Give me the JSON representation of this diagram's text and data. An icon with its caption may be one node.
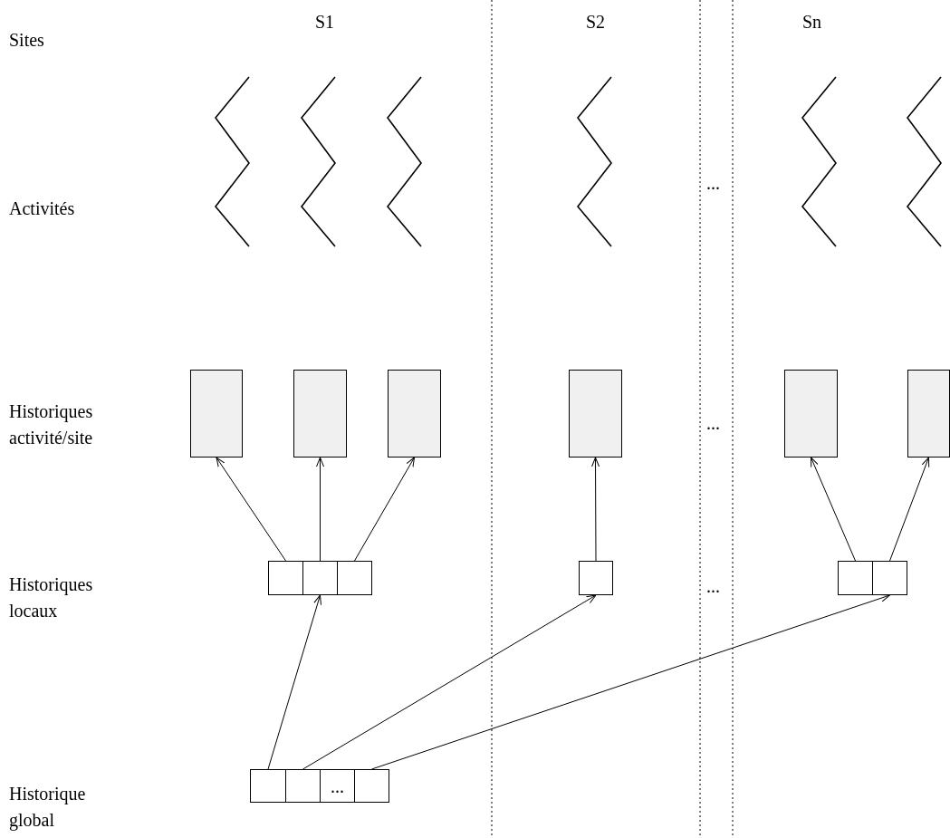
{
  "diagram": {
    "nodes": [
      {
        "text": [],
        "shape": "box"
      },
      {
        "text": [],
        "shape": "box"
      },
      {
        "text": [],
        "shape": "box"
      },
      {
        "text": [],
        "shape": "box"
      },
      {
        "text": [],
        "shape": "box"
      },
      {
        "text": [],
        "shape": "box"
      },
      {
        "text": [],
        "shape": "box"
      },
      {
        "text": [],
        "shape": "box"
      },
      {
        "text": [],
        "shape": "box"
      },
      {
        "text": [],
        "shape": "box"
      },
      {
        "text": [],
        "shape": "box"
      },
      {
        "text": [],
        "shape": "box"
      },
      {
        "text": [],
        "shape": "box"
      },
      {
        "text": [],
        "shape": "box"
      },
      {
        "text": [
          "..."
        ]
      },
      {
        "text": [],
        "shape": "box"
      }
    ],
    "edges": [
      {
        "from": 6,
        "to": 0,
        "arrow": "to"
      },
      {
        "from": 7,
        "to": 1,
        "arrow": "to"
      },
      {
        "from": 8,
        "to": 2,
        "arrow": "to"
      },
      {
        "from": 9,
        "to": 3,
        "arrow": "to"
      },
      {
        "from": 10,
        "to": 4,
        "arrow": "to"
      },
      {
        "from": 11,
        "to": 5,
        "arrow": "to"
      },
      {
        "from": 12,
        "to": 7,
        "arrow": "to"
      },
      {
        "from": 13,
        "to": 9,
        "arrow": "to"
      },
      {
        "from": 15,
        "to": 11,
        "arrow": "to"
      }
    ],
    "labels": [
      "S1",
      "S2",
      "Sn",
      "Sites",
      "Activités",
      "...",
      "Historiques activité/site",
      "...",
      "Historiques locaux",
      "...",
      "Historique global"
    ]
  }
}
